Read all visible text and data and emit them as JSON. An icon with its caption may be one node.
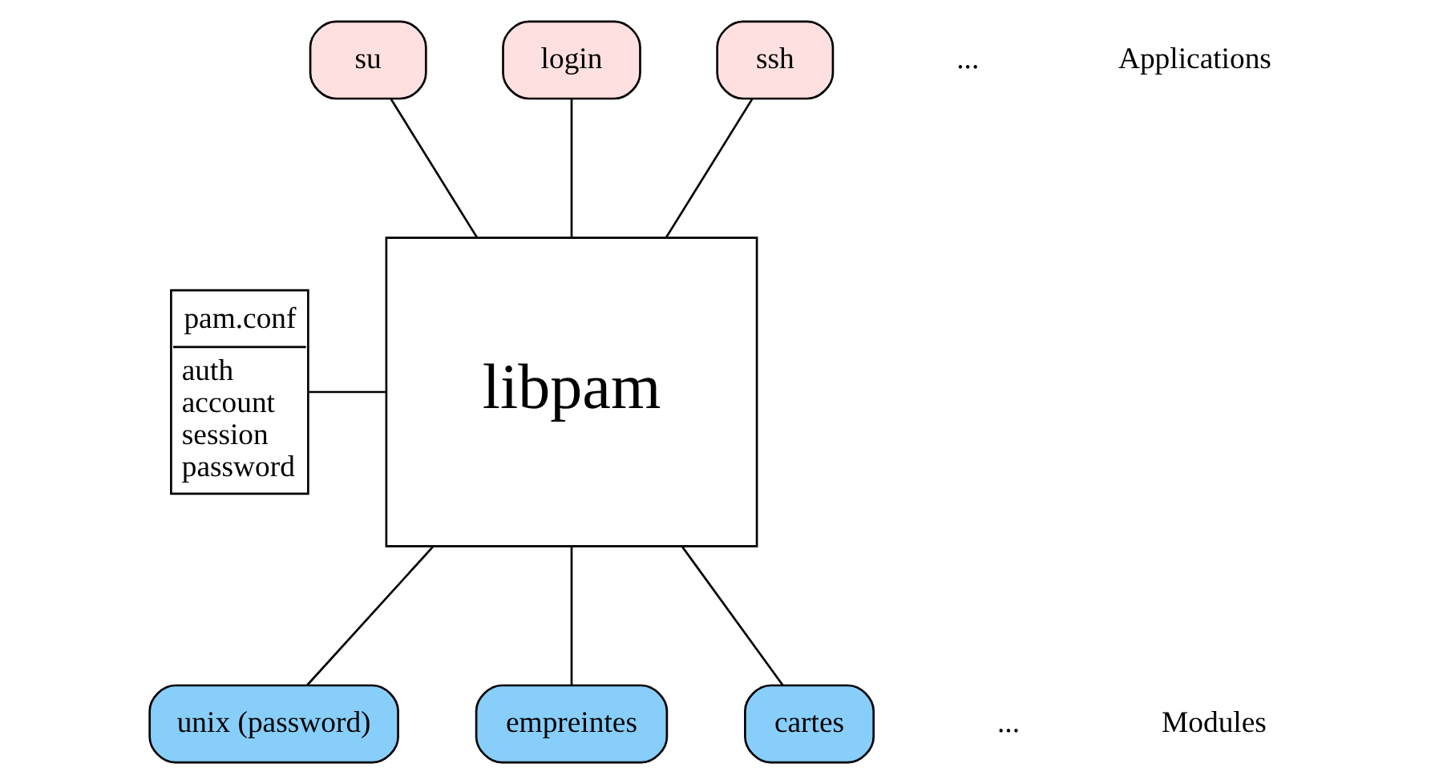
{
  "diagram": {
    "nodes": [
      {
        "text": [
          "su"
        ]
      },
      {
        "text": [
          "login"
        ]
      },
      {
        "text": [
          "ssh"
        ]
      },
      {
        "text": [
          "libpam"
        ]
      },
      {
        "text": [
          "pam.conf",
          "auth",
          "account",
          "session",
          "password"
        ]
      },
      {
        "text": [
          "unix (password)"
        ]
      },
      {
        "text": [
          "empreintes"
        ]
      },
      {
        "text": [
          "cartes"
        ]
      }
    ],
    "edges": [
      {
        "from": 0,
        "to": 3,
        "arrow": "none"
      },
      {
        "from": 1,
        "to": 3,
        "arrow": "none"
      },
      {
        "from": 2,
        "to": 3,
        "arrow": "none"
      },
      {
        "from": 4,
        "to": 3,
        "arrow": "none"
      },
      {
        "from": 3,
        "to": 5,
        "arrow": "none"
      },
      {
        "from": 3,
        "to": 6,
        "arrow": "none"
      },
      {
        "from": 3,
        "to": 7,
        "arrow": "none"
      }
    ],
    "labels": [
      "...",
      "Applications",
      "...",
      "Modules"
    ]
  }
}
